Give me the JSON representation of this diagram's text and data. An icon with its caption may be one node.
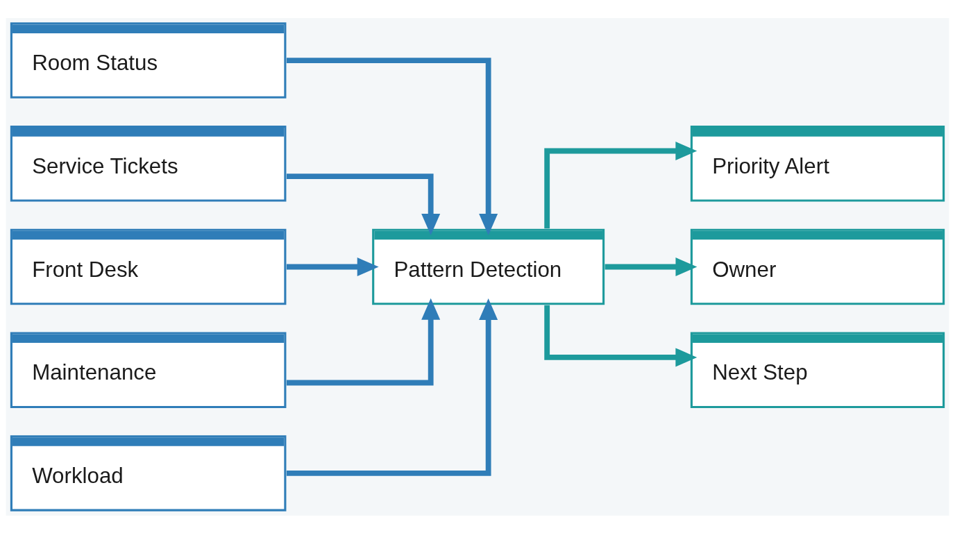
{
  "diagram": {
    "nodes": [
      {
        "text": [
          "Room Status"
        ]
      },
      {
        "text": [
          "Service Tickets"
        ]
      },
      {
        "text": [
          "Front Desk"
        ]
      },
      {
        "text": [
          "Maintenance"
        ]
      },
      {
        "text": [
          "Workload"
        ]
      },
      {
        "text": [
          "Pattern Detection"
        ]
      },
      {
        "text": [
          "Priority Alert"
        ]
      },
      {
        "text": [
          "Owner"
        ]
      },
      {
        "text": [
          "Next Step"
        ]
      }
    ],
    "edges": [
      {
        "from": 0,
        "to": 5,
        "arrow": "to"
      },
      {
        "from": 1,
        "to": 5,
        "arrow": "to"
      },
      {
        "from": 2,
        "to": 5,
        "arrow": "to"
      },
      {
        "from": 3,
        "to": 5,
        "arrow": "to"
      },
      {
        "from": 4,
        "to": 5,
        "arrow": "to"
      },
      {
        "from": 5,
        "to": 6,
        "arrow": "to",
        "color": "#1d9a9c"
      },
      {
        "from": 5,
        "to": 7,
        "arrow": "to",
        "color": "#1d9a9c"
      },
      {
        "from": 5,
        "to": 8,
        "arrow": "to",
        "color": "#1d9a9c"
      }
    ]
  }
}
